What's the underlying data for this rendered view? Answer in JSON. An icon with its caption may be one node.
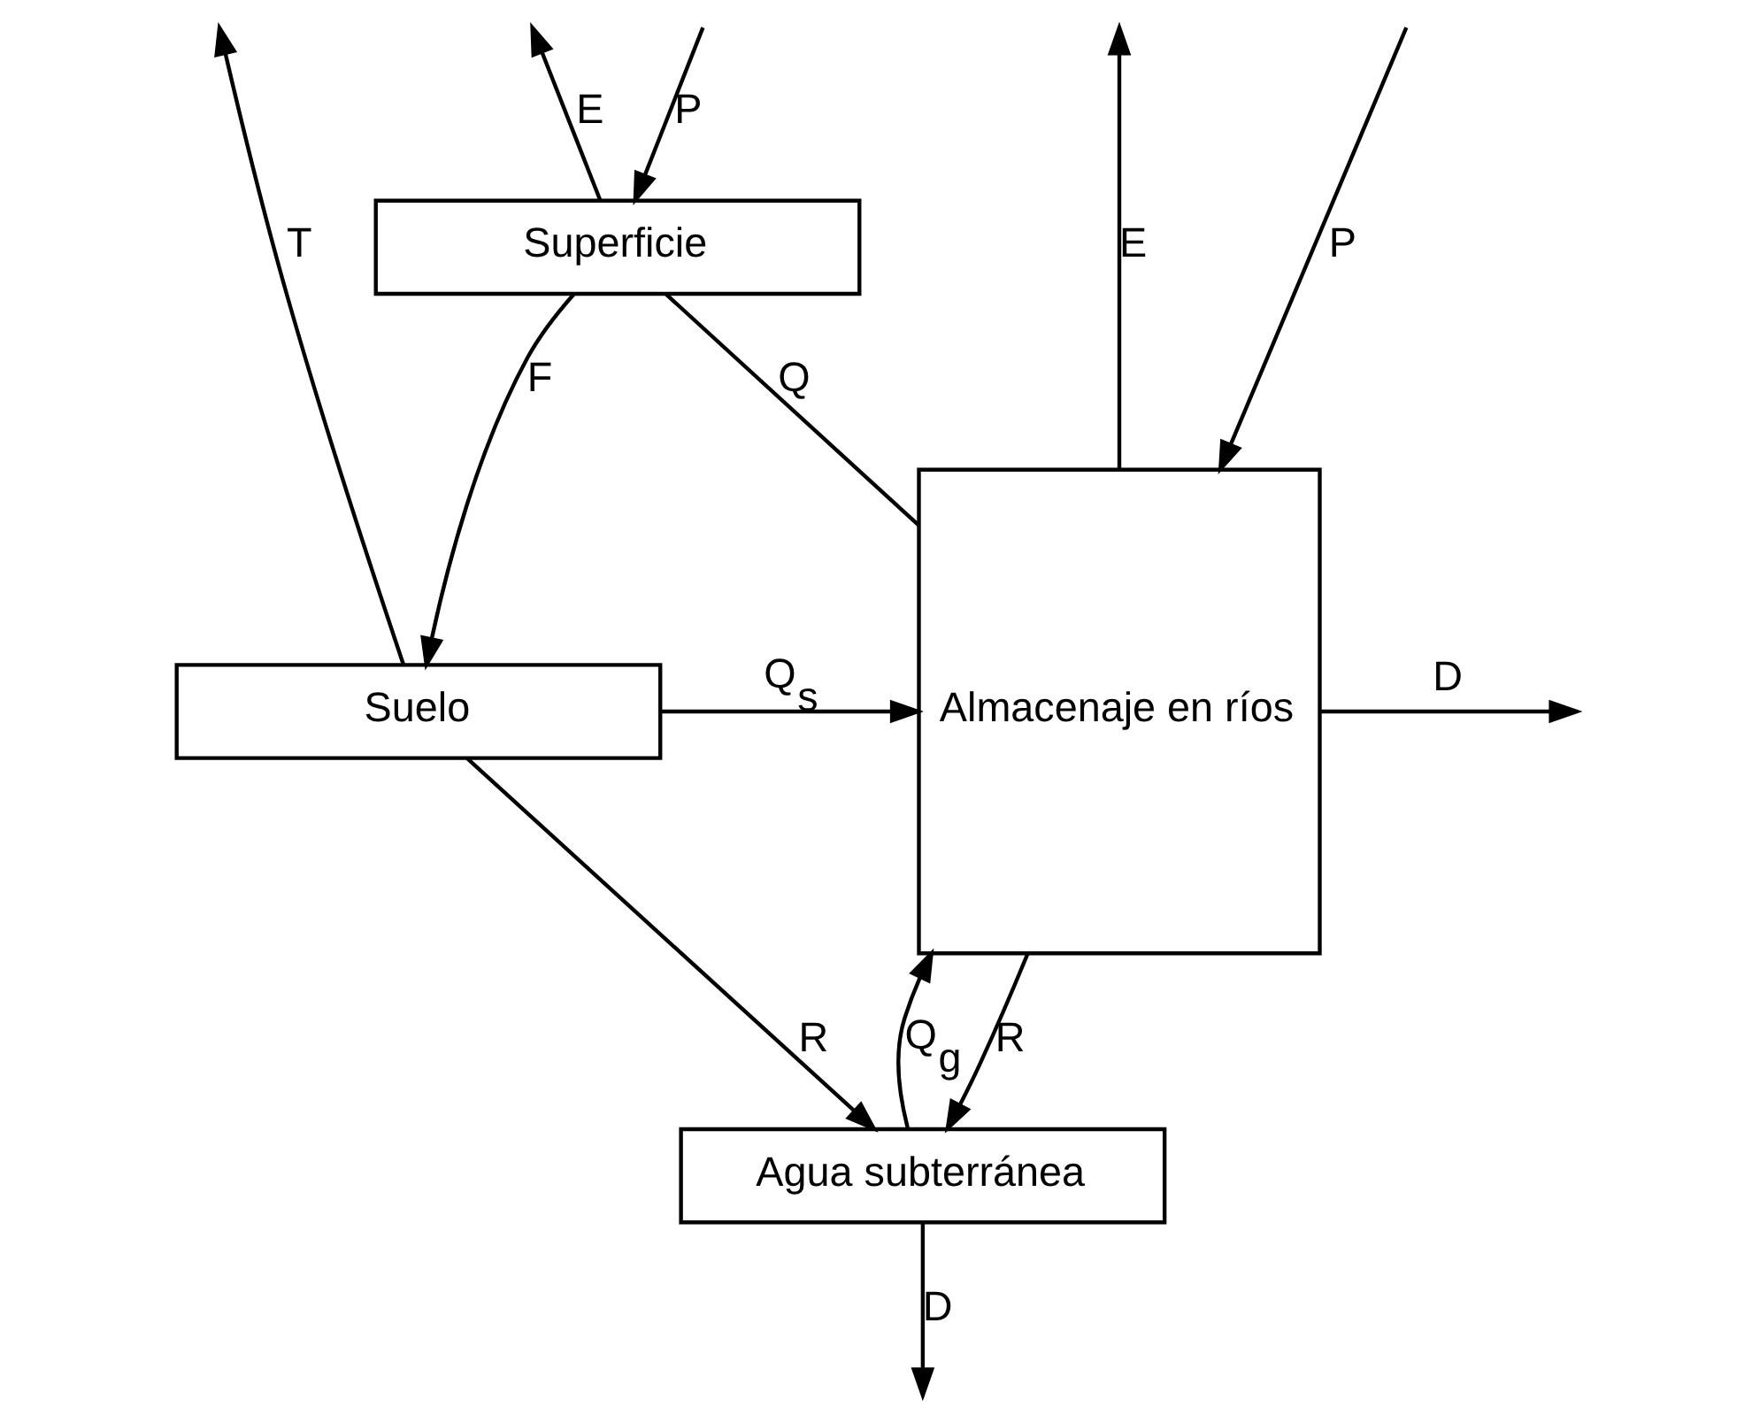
{
  "diagram": {
    "nodes": [
      {
        "text": [
          "Superficie"
        ]
      },
      {
        "text": [
          "Suelo"
        ]
      },
      {
        "text": [
          "Agua subterránea"
        ]
      },
      {
        "text": [
          "Almacenaje en ríos"
        ]
      }
    ],
    "edges": [
      {
        "from": null,
        "to": 0,
        "label": "P",
        "arrow": "to"
      },
      {
        "from": 0,
        "to": null,
        "label": "E",
        "arrow": "to"
      },
      {
        "from": 1,
        "to": null,
        "label": "T",
        "arrow": "to"
      },
      {
        "from": 0,
        "to": 3,
        "label": "Q",
        "arrow": "none"
      },
      {
        "from": 0,
        "to": 1,
        "label": "F",
        "arrow": "to"
      },
      {
        "from": null,
        "to": 3,
        "label": "P",
        "arrow": "to"
      },
      {
        "from": 3,
        "to": null,
        "label": "E",
        "arrow": "to"
      },
      {
        "from": 1,
        "to": 3,
        "label": "Q$_{s}$",
        "arrow": "to"
      },
      {
        "from": 3,
        "to": null,
        "label": "D",
        "arrow": "to"
      },
      {
        "from": 1,
        "to": 2,
        "label": "R",
        "arrow": "to"
      },
      {
        "from": 2,
        "to": 3,
        "label": "Q$_{g}$",
        "arrow": "to"
      },
      {
        "from": 3,
        "to": 2,
        "label": "R",
        "arrow": "to"
      },
      {
        "from": 2,
        "to": null,
        "label": "D",
        "arrow": "to"
      }
    ]
  }
}
